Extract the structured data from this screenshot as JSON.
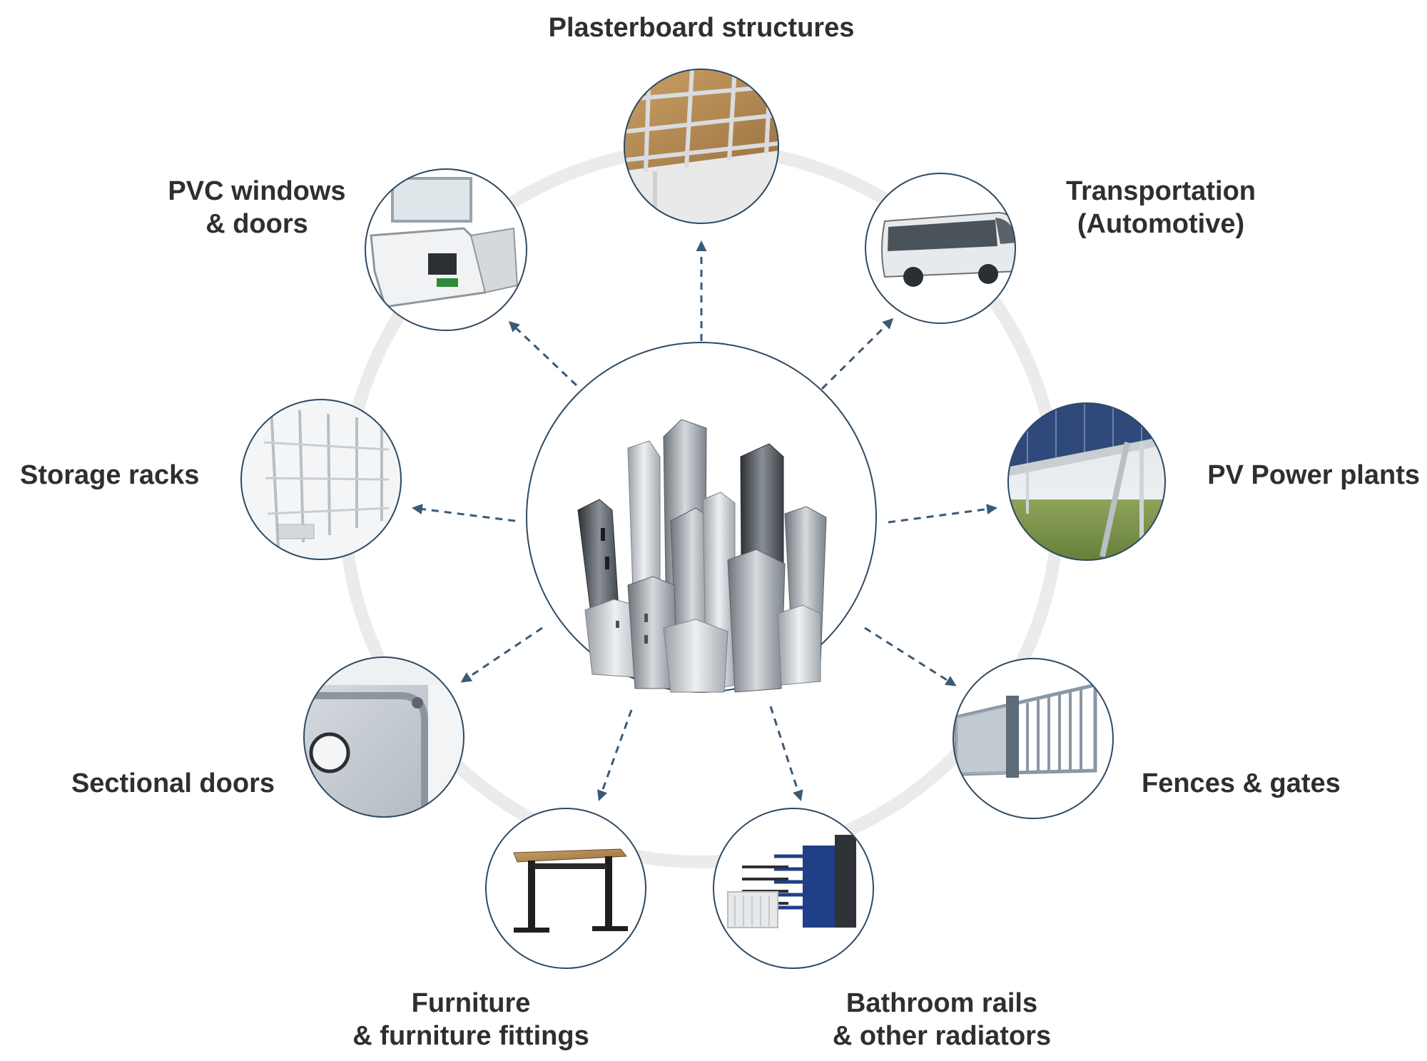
{
  "colors": {
    "ring": "#ebebeb",
    "circle_border": "#2e4a63",
    "arrow": "#3a5a78",
    "text": "#2f2f2f"
  },
  "hub": {
    "icon": "steel-profiles-icon"
  },
  "nodes": [
    {
      "id": "plasterboard",
      "icon": "ceiling-frame-icon",
      "lines": [
        "Plasterboard structures"
      ]
    },
    {
      "id": "transportation",
      "icon": "bus-icon",
      "lines": [
        "Transportation",
        "(Automotive)"
      ]
    },
    {
      "id": "pv",
      "icon": "solar-panel-icon",
      "lines": [
        "PV Power plants"
      ]
    },
    {
      "id": "fences",
      "icon": "sliding-gate-icon",
      "lines": [
        "Fences & gates"
      ]
    },
    {
      "id": "bathroom",
      "icon": "radiator-icon",
      "lines": [
        "Bathroom rails",
        "& other radiators"
      ]
    },
    {
      "id": "furniture",
      "icon": "desk-icon",
      "lines": [
        "Furniture",
        "& furniture fittings"
      ]
    },
    {
      "id": "sectional",
      "icon": "garage-door-icon",
      "lines": [
        "Sectional doors"
      ]
    },
    {
      "id": "storage",
      "icon": "storage-rack-icon",
      "lines": [
        "Storage racks"
      ]
    },
    {
      "id": "pvc",
      "icon": "window-profile-icon",
      "lines": [
        "PVC windows",
        "& doors"
      ]
    }
  ]
}
